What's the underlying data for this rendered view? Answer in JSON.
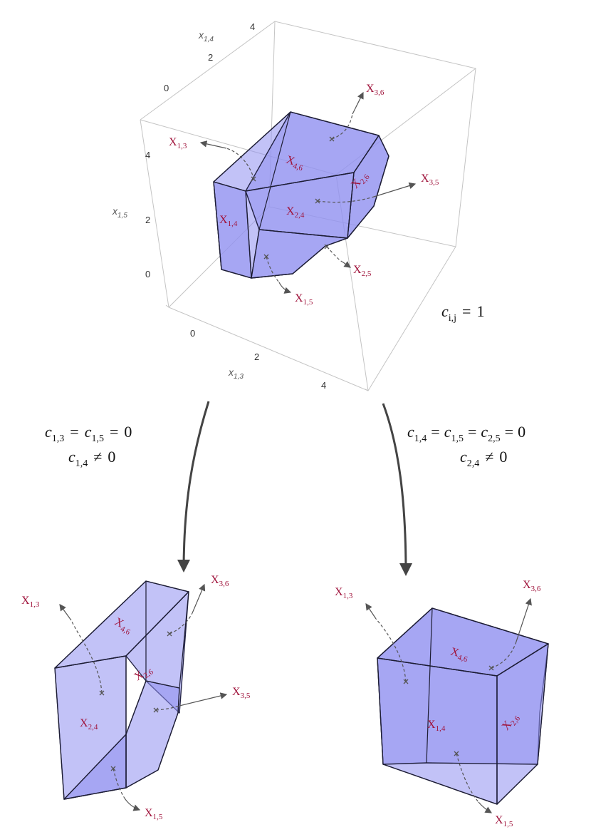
{
  "top": {
    "axes": {
      "x14": {
        "base": "x",
        "sub": "1,4",
        "ticks": [
          "4",
          "2",
          "0"
        ]
      },
      "x15": {
        "base": "x",
        "sub": "1,5",
        "ticks": [
          "4",
          "2",
          "0"
        ]
      },
      "x13": {
        "base": "x",
        "sub": "1,3",
        "ticks": [
          "0",
          "2",
          "4"
        ]
      }
    },
    "faces": {
      "X13": {
        "base": "X",
        "sub": "1,3"
      },
      "X46": {
        "base": "X",
        "sub": "4,6"
      },
      "X36": {
        "base": "X",
        "sub": "3,6"
      },
      "X26": {
        "base": "X",
        "sub": "2,6"
      },
      "X35": {
        "base": "X",
        "sub": "3,5"
      },
      "X14": {
        "base": "X",
        "sub": "1,4"
      },
      "X24": {
        "base": "X",
        "sub": "2,4"
      },
      "X25": {
        "base": "X",
        "sub": "2,5"
      },
      "X15": {
        "base": "X",
        "sub": "1,5"
      }
    },
    "condition": {
      "lhs": "c",
      "sub": "i,j",
      "op": "=",
      "rhs": "1"
    }
  },
  "left_branch": {
    "line1": {
      "a": "c",
      "a_sub": "1,3",
      "op1": "=",
      "b": "c",
      "b_sub": "1,5",
      "op2": "=",
      "rhs": "0"
    },
    "line2": {
      "a": "c",
      "a_sub": "1,4",
      "op": "≠",
      "rhs": "0"
    },
    "faces": {
      "X13": {
        "base": "X",
        "sub": "1,3"
      },
      "X36": {
        "base": "X",
        "sub": "3,6"
      },
      "X46": {
        "base": "X",
        "sub": "4,6"
      },
      "X26": {
        "base": "X",
        "sub": "2,6"
      },
      "X35": {
        "base": "X",
        "sub": "3,5"
      },
      "X24": {
        "base": "X",
        "sub": "2,4"
      },
      "X15": {
        "base": "X",
        "sub": "1,5"
      }
    }
  },
  "right_branch": {
    "line1": {
      "a": "c",
      "a_sub": "1,4",
      "op1": "=",
      "b": "c",
      "b_sub": "1,5",
      "op2": "=",
      "c": "c",
      "c_sub": "2,5",
      "op3": "=",
      "rhs": "0"
    },
    "line2": {
      "a": "c",
      "a_sub": "2,4",
      "op": "≠",
      "rhs": "0"
    },
    "faces": {
      "X13": {
        "base": "X",
        "sub": "1,3"
      },
      "X36": {
        "base": "X",
        "sub": "3,6"
      },
      "X46": {
        "base": "X",
        "sub": "4,6"
      },
      "X26": {
        "base": "X",
        "sub": "2,6"
      },
      "X14": {
        "base": "X",
        "sub": "1,4"
      },
      "X15": {
        "base": "X",
        "sub": "1,5"
      }
    }
  },
  "colors": {
    "polytope_fill": "#8f8ff0",
    "label": "#a0143c",
    "callout": "#555555"
  }
}
